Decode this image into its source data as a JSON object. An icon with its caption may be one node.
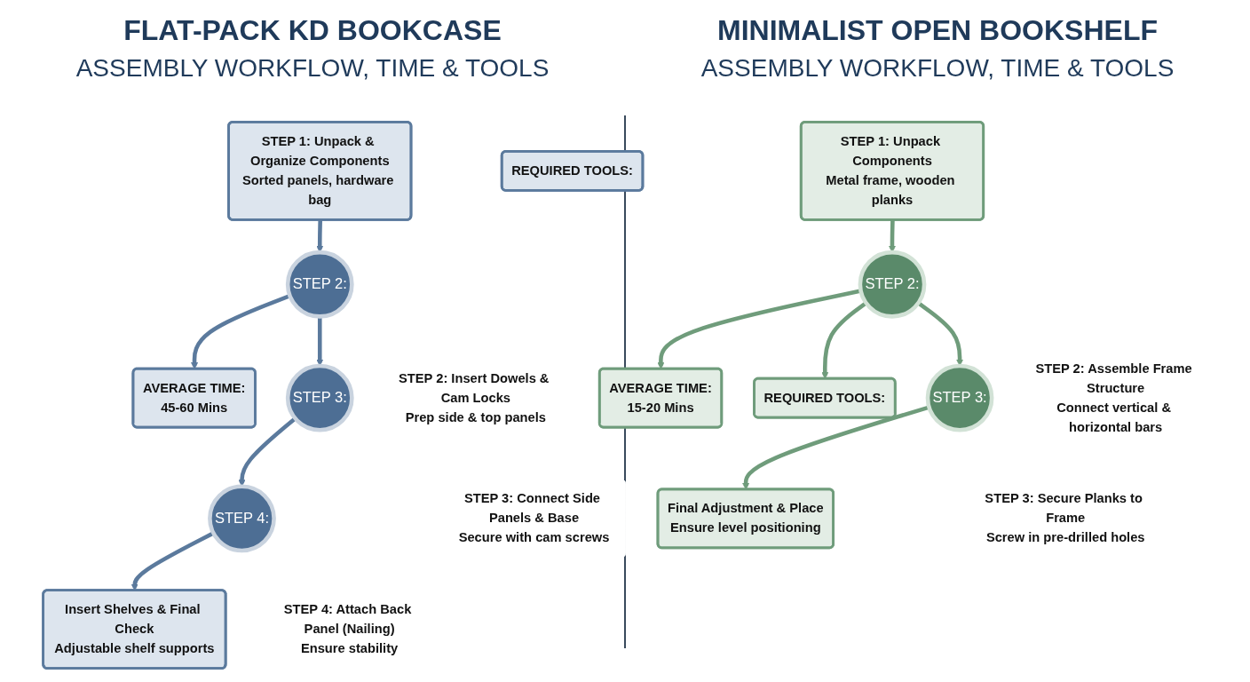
{
  "diagram": {
    "nodes": [
      {
        "text": [
          "STEP 1: Unpack & Organize Components",
          "Sorted panels, hardware bag"
        ]
      },
      {
        "text": [
          "STEP 2:"
        ],
        "beside": [
          "STEP 2: Insert Dowels & Cam Locks",
          "Prep side & top panels"
        ]
      },
      {
        "text": [
          "AVERAGE TIME:",
          "45-60 Mins"
        ]
      },
      {
        "text": [
          "REQUIRED TOOLS:"
        ]
      },
      {
        "text": [
          "STEP 3:"
        ],
        "beside": [
          "STEP 3: Connect Side Panels & Base",
          "Secure with cam screws"
        ]
      },
      {
        "text": [
          "STEP 4:"
        ],
        "beside": [
          "STEP 4: Attach Back Panel (Nailing)",
          "Ensure stability"
        ]
      },
      {
        "text": [
          "Insert Shelves & Final Check",
          "Adjustable shelf supports"
        ]
      },
      {
        "text": [
          "STEP 1: Unpack Components",
          "Metal frame, wooden planks"
        ]
      },
      {
        "text": [
          "STEP 2:"
        ],
        "beside": [
          "STEP 2: Assemble Frame Structure",
          "Connect vertical & horizontal bars"
        ]
      },
      {
        "text": [
          "AVERAGE TIME:",
          "15-20 Mins"
        ]
      },
      {
        "text": [
          "REQUIRED TOOLS:"
        ]
      },
      {
        "text": [
          "STEP 3:"
        ],
        "beside": [
          "STEP 3: Secure Planks to Frame",
          "Screw in pre-drilled holes"
        ]
      },
      {
        "text": [
          "Final Adjustment & Place",
          "Ensure level positioning"
        ]
      }
    ],
    "edges": [
      {
        "from": 0,
        "to": 1,
        "arrow": "to",
        "color": "#5b7a9d"
      },
      {
        "from": 1,
        "to": 2,
        "arrow": "to",
        "color": "#5b7a9d"
      },
      {
        "from": 1,
        "to": 4,
        "arrow": "to",
        "color": "#5b7a9d"
      },
      {
        "from": 4,
        "to": 5,
        "arrow": "to",
        "color": "#5b7a9d"
      },
      {
        "from": 5,
        "to": 6,
        "arrow": "to",
        "color": "#5b7a9d"
      },
      {
        "from": 7,
        "to": 8,
        "arrow": "to",
        "color": "#6f9c7b"
      },
      {
        "from": 8,
        "to": 9,
        "arrow": "to",
        "color": "#6f9c7b"
      },
      {
        "from": 8,
        "to": 10,
        "arrow": "to",
        "color": "#6f9c7b"
      },
      {
        "from": 8,
        "to": 11,
        "arrow": "to",
        "color": "#6f9c7b"
      },
      {
        "from": 11,
        "to": 12,
        "arrow": "to",
        "color": "#6f9c7b"
      }
    ],
    "labels": [
      "FLAT-PACK KD BOOKCASE",
      "ASSEMBLY WORKFLOW, TIME & TOOLS",
      "MINIMALIST OPEN BOOKSHELF",
      "ASSEMBLY WORKFLOW, TIME & TOOLS"
    ]
  }
}
